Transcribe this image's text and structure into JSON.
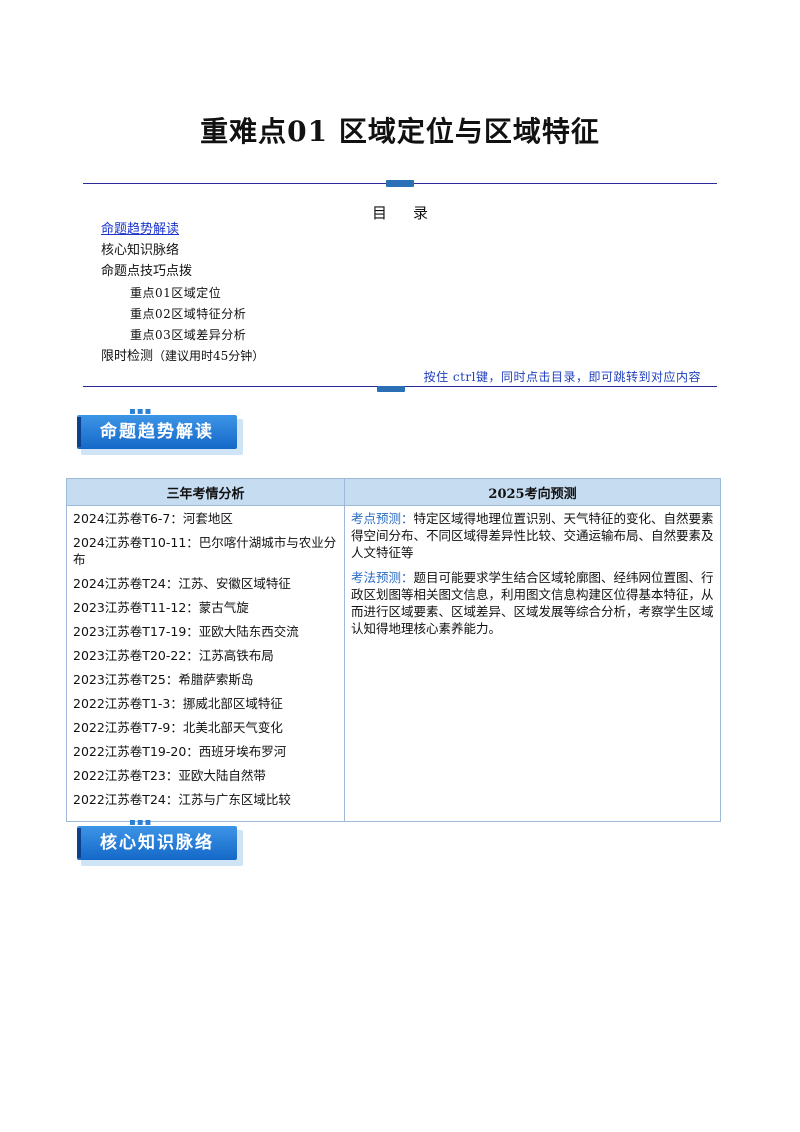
{
  "title": "重难点01  区域定位与区域特征",
  "toc": {
    "heading": "目录",
    "items": [
      {
        "label": "命题趋势解读",
        "level": 1,
        "link": true
      },
      {
        "label": "核心知识脉络",
        "level": 1,
        "link": false
      },
      {
        "label": "命题点技巧点拨",
        "level": 1,
        "link": false
      },
      {
        "label": "重点01区域定位",
        "level": 2,
        "link": false
      },
      {
        "label": "重点02区域特征分析",
        "level": 2,
        "link": false
      },
      {
        "label": "重点03区域差异分析",
        "level": 2,
        "link": false
      },
      {
        "label": "限时检测",
        "level": 1,
        "link": false,
        "note": "（建议用时45分钟）"
      }
    ],
    "hint": "按住 ctrl键，同时点击目录，即可跳转到对应内容"
  },
  "sections": {
    "trend": "命题趋势解读",
    "knowledge": "核心知识脉络"
  },
  "table": {
    "headers": [
      "三年考情分析",
      "2025考向预测"
    ],
    "exam_items": [
      "2024江苏卷T6-7：河套地区",
      "2024江苏卷T10-11：巴尔喀什湖城市与农业分布",
      "2024江苏卷T24：江苏、安徽区域特征",
      "2023江苏卷T11-12：蒙古气旋",
      "2023江苏卷T17-19：亚欧大陆东西交流",
      "2023江苏卷T20-22：江苏高铁布局",
      "2023江苏卷T25：希腊萨索斯岛",
      "2022江苏卷T1-3：挪威北部区域特征",
      "2022江苏卷T7-9：北美北部天气变化",
      "2022江苏卷T19-20：西班牙埃布罗河",
      "2022江苏卷T23：亚欧大陆自然带",
      "2022江苏卷T24：江苏与广东区域比较"
    ],
    "predictions": [
      {
        "label": "考点预测：",
        "text": "特定区域得地理位置识别、天气特征的变化、自然要素得空间分布、不同区域得差异性比较、交通运输布局、自然要素及人文特征等"
      },
      {
        "label": "考法预测：",
        "text": "题目可能要求学生结合区域轮廓图、经纬网位置图、行政区划图等相关图文信息，利用图文信息构建区位得基本特征，从而进行区域要素、区域差异、区域发展等综合分析，考察学生区域认知得地理核心素养能力。"
      }
    ]
  }
}
